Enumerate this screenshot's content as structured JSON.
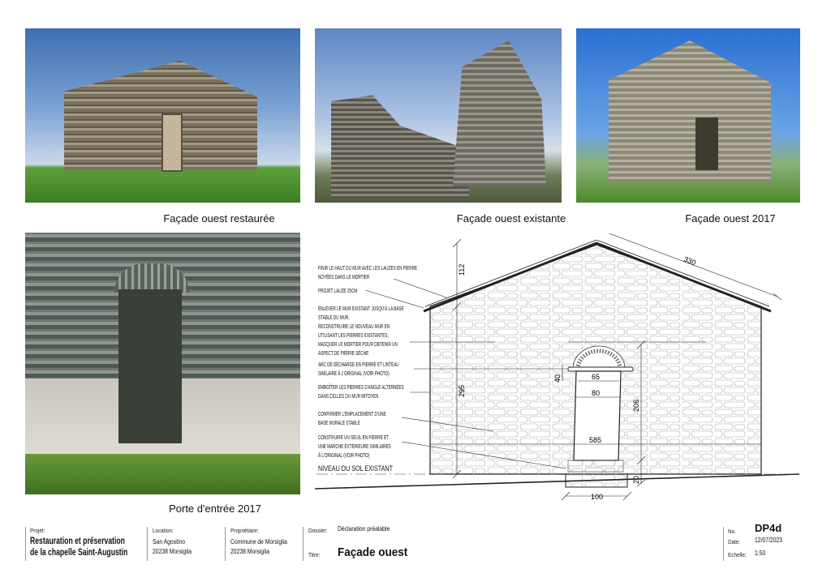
{
  "photos": {
    "restored": {
      "caption": "Façade ouest restaurée"
    },
    "existing": {
      "caption": "Façade ouest existante"
    },
    "west2017": {
      "caption": "Façade ouest 2017"
    },
    "door2017": {
      "caption": "Porte d'entrée 2017"
    }
  },
  "drawing": {
    "notes": [
      "FINIR LE HAUT DU MUR AVEC LES LAUZES EN PIERRE\nNOYÉES DANS LE MORTIER",
      "PROJET LAUZE 25CM",
      "ENLEVER LE MUR EXISTANT JUSQU'À LA BASE\nSTABLE DU MUR,\nRECONSTRUIRE LE NOUVEAU MUR EN\nUTILISANT LES PIERRES EXISTANTES,\nMASQUER LE MORTIER POUR OBTENIR UN\nASPECT DE PIERRE SÈCHE",
      "ARC DE DÉCHARGE EN PIERRE ET LINTEAU\nSIMILAIRE À L'ORIGINAL (VOIR PHOTO)",
      "EMBOÎTER LES PIERRES D'ANGLE ALTERNÉES\nDANS CELLES DU MUR MITOYEN",
      "CONFIRMER L'EMPLACEMENT D'UNE\nBASE MURALE STABLE",
      "CONSTRUIRE UN SEUIL EN PIERRE ET\nUNE MARCHE EXTÉRIEURE SIMILAIRES\nÀ L'ORIGINAL (VOIR PHOTO)"
    ],
    "ground_label": "NIVEAU DU SOL EXISTANT",
    "dimensions": {
      "gable_height": "112",
      "wall_height": "295",
      "roof_slope": "330",
      "arch_height": "40",
      "door_top_width": "65",
      "door_width": "80",
      "wall_width": "585",
      "door_height": "206",
      "step_height": "20",
      "step_width": "100"
    }
  },
  "title_block": {
    "project_label": "Projet:",
    "project_value": "Restauration et préservation\nde la chapelle Saint-Augustin",
    "location_label": "Location:",
    "location_value": "San Agostino\n20238 Morsiglia",
    "owner_label": "Propriétaire:",
    "owner_value": "Commune de Morsiglia\n20238 Morsiglia",
    "dossier_label": "Dossier:",
    "dossier_value": "Déclaration préalable",
    "title_label": "Titre:",
    "title_value": "Façade ouest",
    "no_label": "No.",
    "no_value": "DP4d",
    "date_label": "Date:",
    "date_value": "12/07/2023",
    "scale_label": "Echelle:",
    "scale_value": "1:50"
  }
}
